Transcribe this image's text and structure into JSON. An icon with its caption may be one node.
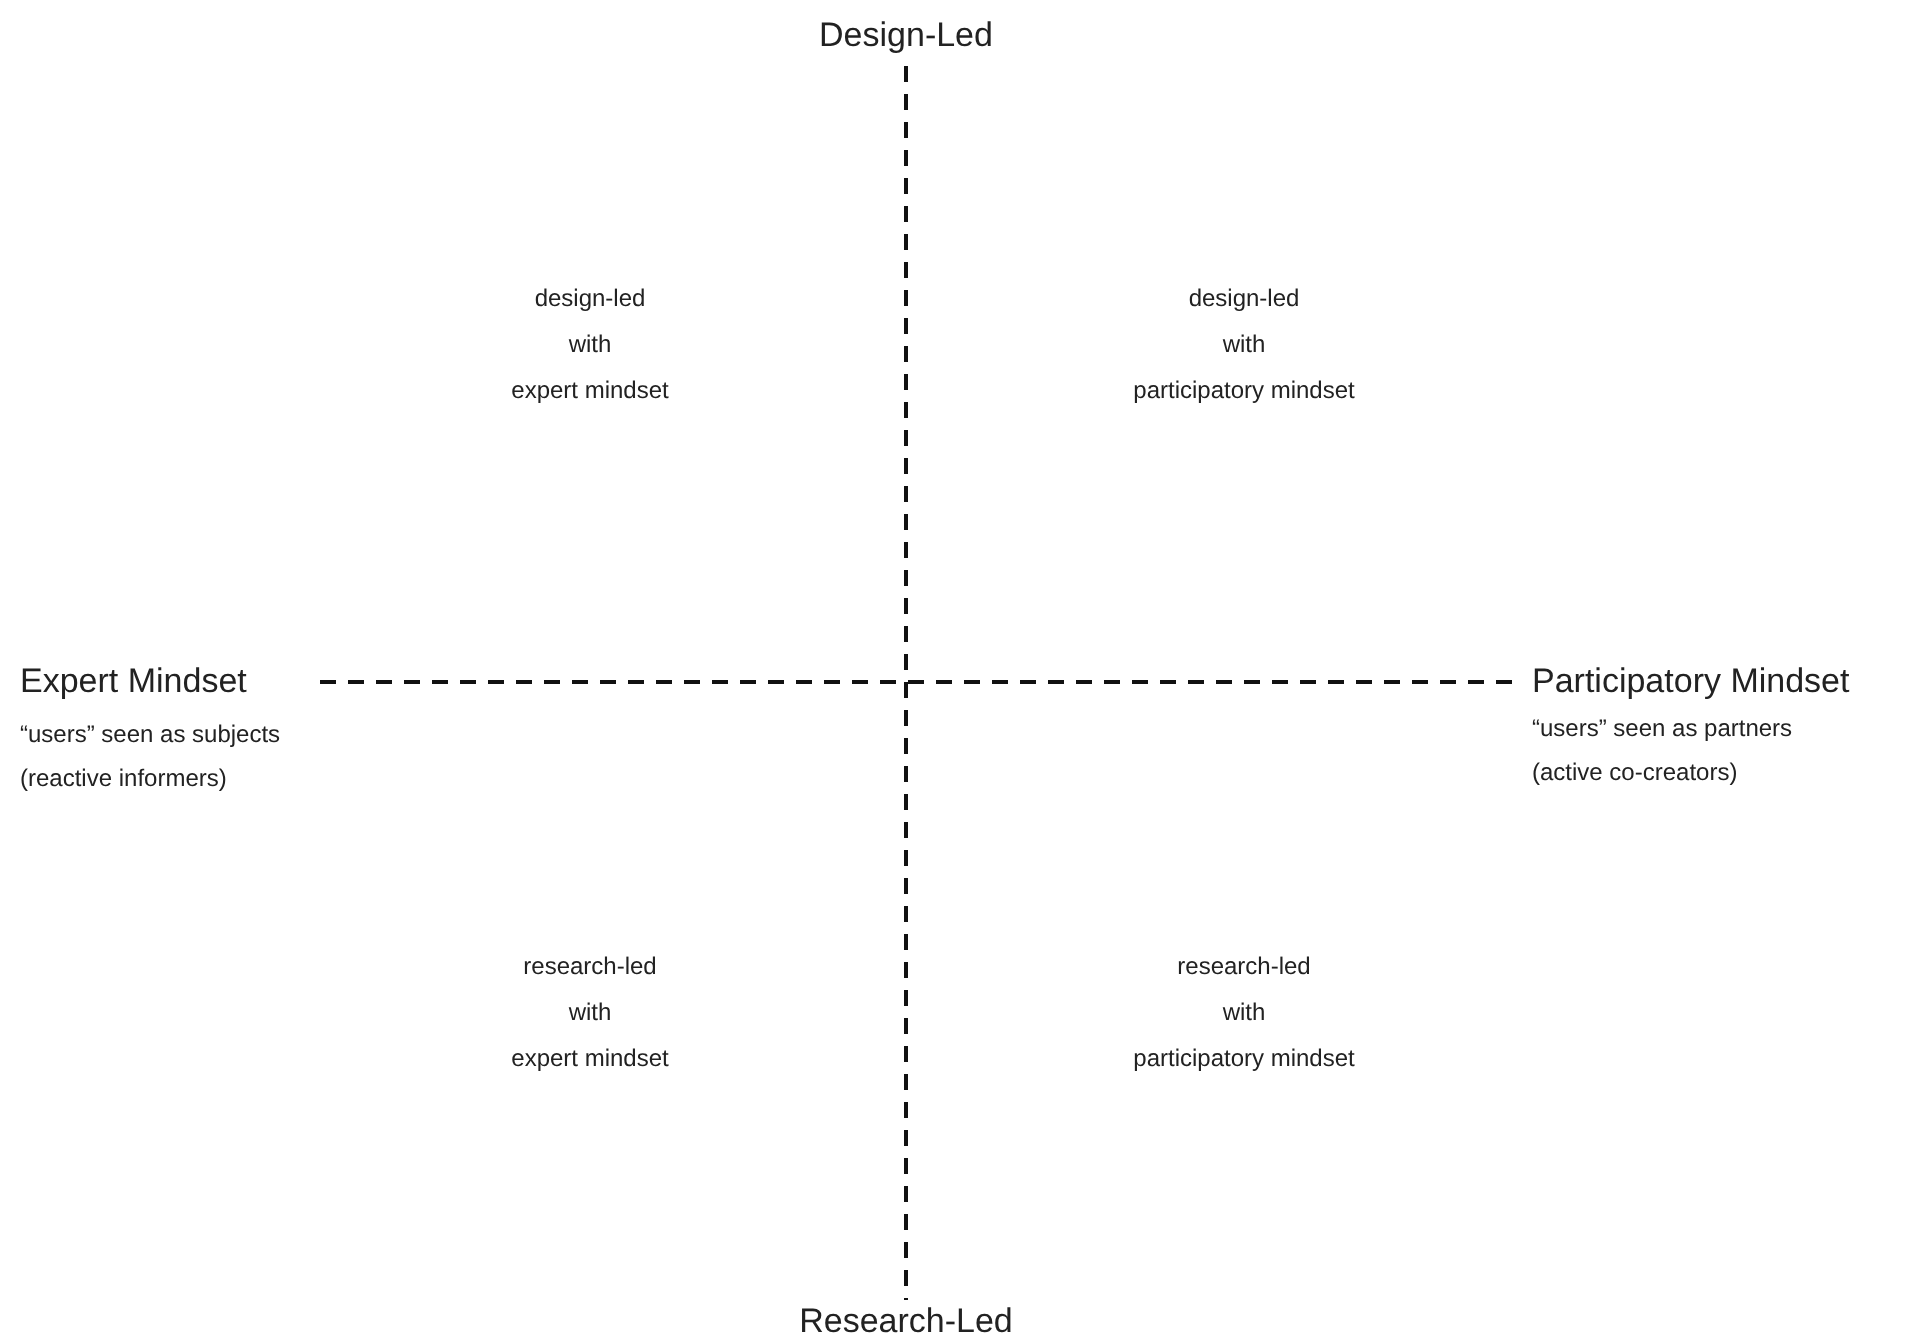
{
  "diagram": {
    "labels": [
      "Design-Led",
      "design-led",
      "with",
      "expert mindset",
      "design-led",
      "with",
      "participatory mindset",
      "Expert Mindset",
      "“users” seen as subjects (reactive informers)",
      "Participatory Mindset",
      "“users” seen as partners (active co-creators)",
      "research-led",
      "with",
      "expert mindset",
      "research-led",
      "with",
      "participatory mindset",
      "Research-Led"
    ]
  }
}
